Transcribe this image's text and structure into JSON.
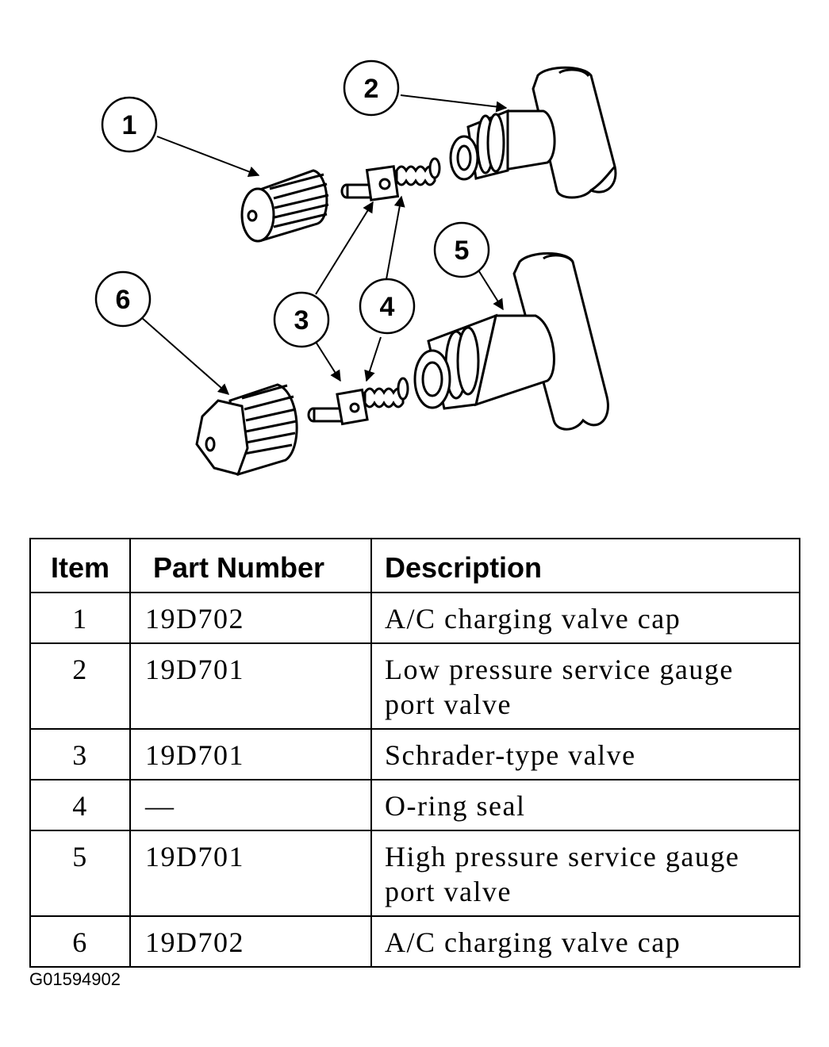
{
  "callouts": [
    "1",
    "2",
    "3",
    "4",
    "5",
    "6"
  ],
  "table": {
    "headers": [
      "Item",
      "Part Number",
      "Description"
    ],
    "rows": [
      {
        "item": "1",
        "part": "19D702",
        "desc": "A/C charging valve cap"
      },
      {
        "item": "2",
        "part": "19D701",
        "desc": "Low pressure service gauge port valve"
      },
      {
        "item": "3",
        "part": "19D701",
        "desc": "Schrader-type valve"
      },
      {
        "item": "4",
        "part": "—",
        "desc": "O-ring seal"
      },
      {
        "item": "5",
        "part": "19D701",
        "desc": "High pressure service gauge port valve"
      },
      {
        "item": "6",
        "part": "19D702",
        "desc": "A/C charging valve cap"
      }
    ]
  },
  "figure_id": "G01594902"
}
